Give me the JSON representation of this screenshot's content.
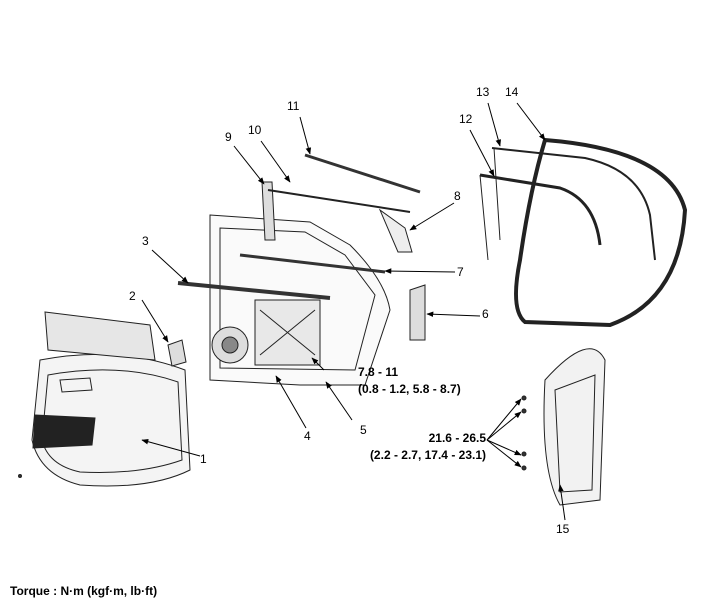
{
  "callouts": [
    "1",
    "2",
    "3",
    "4",
    "5",
    "6",
    "7",
    "8",
    "9",
    "10",
    "11",
    "12",
    "13",
    "14",
    "15"
  ],
  "torque_1": {
    "nm": "7.8 - 11",
    "alt": "(0.8 - 1.2, 5.8 - 8.7)"
  },
  "torque_2": {
    "nm": "21.6 - 26.5",
    "alt": "(2.2 - 2.7, 17.4 - 23.1)"
  },
  "footer": "Torque : N·m (kgf·m, lb·ft)"
}
